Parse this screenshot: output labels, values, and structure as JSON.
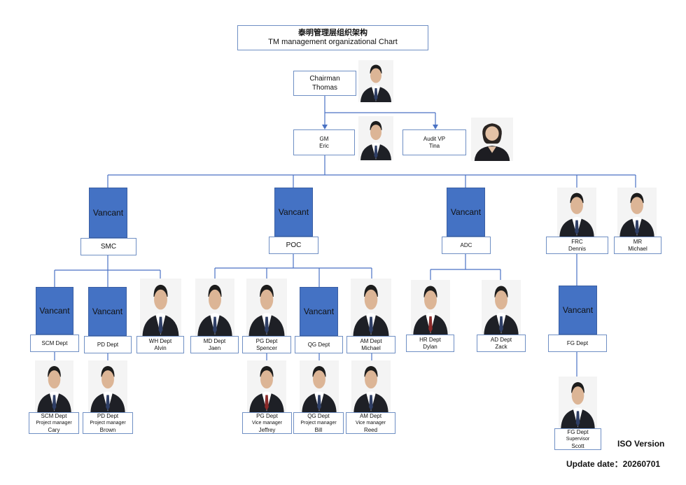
{
  "title": {
    "cn": "泰明管理层组织架构",
    "en": "TM management organizational Chart"
  },
  "chairman": {
    "role": "Chairman",
    "name": "Thomas"
  },
  "gm": {
    "role": "GM",
    "name": "Eric"
  },
  "audit": {
    "role": "Audit VP",
    "name": "Tina"
  },
  "vacant_label": "Vancant",
  "divisions": {
    "smc": "SMC",
    "poc": "POC",
    "adc": "ADC",
    "frc": {
      "role": "FRC",
      "name": "Dennis"
    },
    "mr": {
      "role": "MR",
      "name": "Michael"
    }
  },
  "depts": {
    "scm": "SCM Dept",
    "pd": "PD Dept",
    "wh": {
      "role": "WH Dept",
      "name": "Alvin"
    },
    "md": {
      "role": "MD Dept",
      "name": "Jaen"
    },
    "pg": {
      "role": "PG Dept",
      "name": "Spencer"
    },
    "qg": "QG Dept",
    "am": {
      "role": "AM Dept",
      "name": "Michael"
    },
    "hr": {
      "role": "HR Dept",
      "name": "Dylan"
    },
    "ad": {
      "role": "AD Dept",
      "name": "Zack"
    },
    "fg": "FG Dept"
  },
  "staff": {
    "scm": {
      "dept": "SCM Dept",
      "title": "Project manager",
      "name": "Cary"
    },
    "pd": {
      "dept": "PD Dept",
      "title": "Project manager",
      "name": "Brown"
    },
    "pg": {
      "dept": "PG Dept",
      "title": "Vice manager",
      "name": "Jeffrey"
    },
    "qg": {
      "dept": "QG Dept",
      "title": "Project manager",
      "name": "Bill"
    },
    "am": {
      "dept": "AM Dept",
      "title": "Vice manager",
      "name": "Reed"
    },
    "fg": {
      "dept": "FG Dept",
      "title": "Supervisor",
      "name": "Scott"
    }
  },
  "footer": {
    "iso": "ISO Version",
    "update": "Update date：20260701"
  },
  "colors": {
    "line": "#4a72c4",
    "vacant": "#4472c4",
    "border": "#6f8fc4"
  }
}
